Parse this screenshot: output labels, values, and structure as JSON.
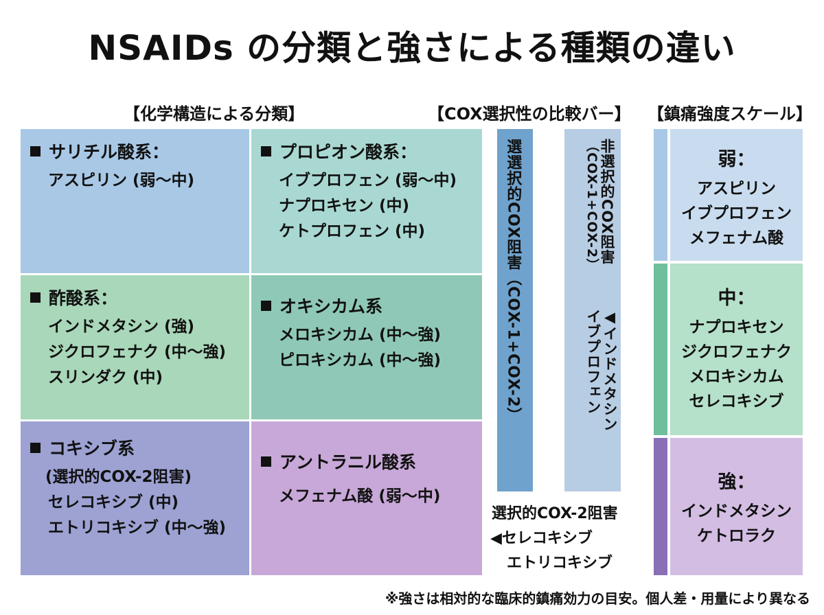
{
  "title": "NSAIDs の分類と強さによる種類の違い",
  "sections": {
    "chem": "【化学構造による分類】",
    "cox": "【COX選択性の比較バー】",
    "pain": "【鎮痛強度スケール】"
  },
  "groups": {
    "salicylic": {
      "heading": "サリチル酸系：",
      "items": [
        "アスピリン (弱〜中)"
      ]
    },
    "propionic": {
      "heading": "プロピオン酸系：",
      "items": [
        "イブプロフェン (弱〜中)",
        "ナプロキセン (中)",
        "ケトプロフェン (中)"
      ]
    },
    "acetic": {
      "heading": "酢酸系：",
      "items": [
        "インドメタシン (強)",
        "ジクロフェナク (中〜強)",
        "スリンダク (中)"
      ]
    },
    "oxicam": {
      "heading": "オキシカム系",
      "items": [
        "メロキシカム (中〜強)",
        "ピロキシカム (中〜強)"
      ]
    },
    "coxib": {
      "heading": "コキシブ系",
      "items": [
        "(選択的COX-2阻害)",
        "セレコキシブ (中)",
        "エトリコキシブ (中〜強)"
      ]
    },
    "anthranilic": {
      "heading": "アントラニル酸系",
      "items": [
        "メフェナム酸 (弱〜中)"
      ]
    }
  },
  "cox_bars": {
    "selective": {
      "label": "選選択的COX阻害",
      "sub": "（COX-1+COX-2）"
    },
    "nonselective": {
      "label": "非選択的COX阻害",
      "sub": "（COX-1+COX-2）",
      "arrow_text": "インドメタシン",
      "arrow_text2": "イブプロフェン"
    },
    "cox2_note": {
      "line1": "選択的COX-2阻害",
      "line2": "セレコキシブ",
      "line3": "エトリコキシブ"
    }
  },
  "pain_scale": {
    "weak": {
      "label": "弱：",
      "drugs": [
        "アスピリン",
        "イブプロフェン",
        "メフェナム酸"
      ]
    },
    "medium": {
      "label": "中：",
      "drugs": [
        "ナプロキセン",
        "ジクロフェナク",
        "メロキシカム",
        "セレコキシブ"
      ]
    },
    "strong": {
      "label": "強：",
      "drugs": [
        "インドメタシン",
        "ケトロラク"
      ]
    }
  },
  "footnote": "※強さは相対的な臨床的鎮痛効力の目安。個人差・用量により異なる",
  "colors": {
    "blue": "#a8c8e6",
    "teal": "#a9d8d2",
    "green": "#a8d7b9",
    "tealgreen": "#8fc8b6",
    "indigo": "#9da2d3",
    "lavender": "#c8a8d8",
    "bar_selective": "#6fa2cc",
    "bar_nonselective": "#b7cde3"
  }
}
